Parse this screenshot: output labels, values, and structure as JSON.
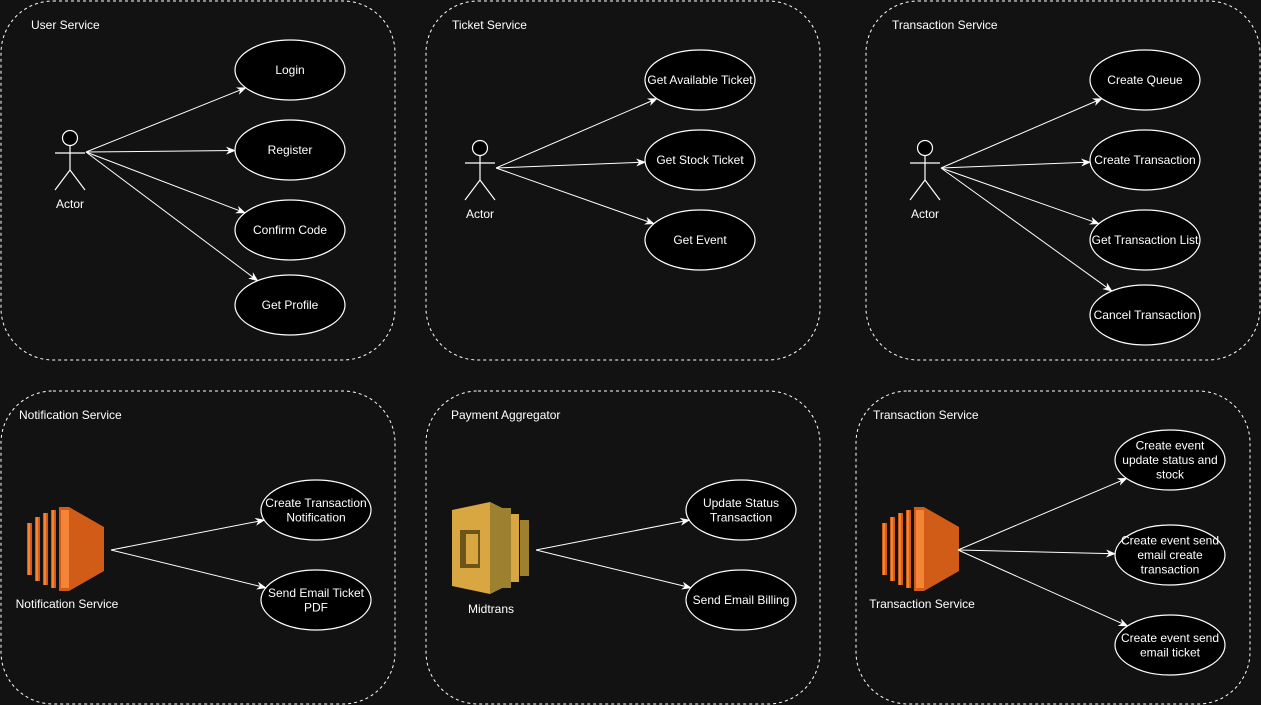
{
  "panels": [
    {
      "title": "User Service",
      "actor_label": "Actor",
      "use_cases": [
        [
          "Login"
        ],
        [
          "Register"
        ],
        [
          "Confirm Code"
        ],
        [
          "Get Profile"
        ]
      ]
    },
    {
      "title": "Ticket Service",
      "actor_label": "Actor",
      "use_cases": [
        [
          "Get Available Ticket"
        ],
        [
          "Get Stock Ticket"
        ],
        [
          "Get Event"
        ]
      ]
    },
    {
      "title": "Transaction Service",
      "actor_label": "Actor",
      "use_cases": [
        [
          "Create Queue"
        ],
        [
          "Create Transaction"
        ],
        [
          "Get Transaction List"
        ],
        [
          "Cancel Transaction"
        ]
      ]
    },
    {
      "title": "Notification Service",
      "component_label": "Notification Service",
      "component_icon": "compute-server-icon",
      "use_cases": [
        [
          "Create Transaction",
          "Notification"
        ],
        [
          "Send Email Ticket",
          "PDF"
        ]
      ]
    },
    {
      "title": "Payment Aggregator",
      "component_label": "Midtrans",
      "component_icon": "serverless-function-icon",
      "use_cases": [
        [
          "Update Status",
          "Transaction"
        ],
        [
          "Send Email Billing"
        ]
      ]
    },
    {
      "title": "Transaction Service",
      "component_label": "Transaction Service",
      "component_icon": "compute-server-icon",
      "use_cases": [
        [
          "Create event",
          "update status and",
          "stock"
        ],
        [
          "Create event send",
          "email create",
          "transaction"
        ],
        [
          "Create event send",
          "email ticket"
        ]
      ]
    }
  ],
  "colors": {
    "background": "#121212",
    "stroke": "#ffffff",
    "ellipse_fill": "#000000",
    "server_orange": "#d05c17",
    "server_orange_light": "#f58536",
    "lambda_gold": "#9d8030",
    "lambda_gold_light": "#d9a741"
  }
}
